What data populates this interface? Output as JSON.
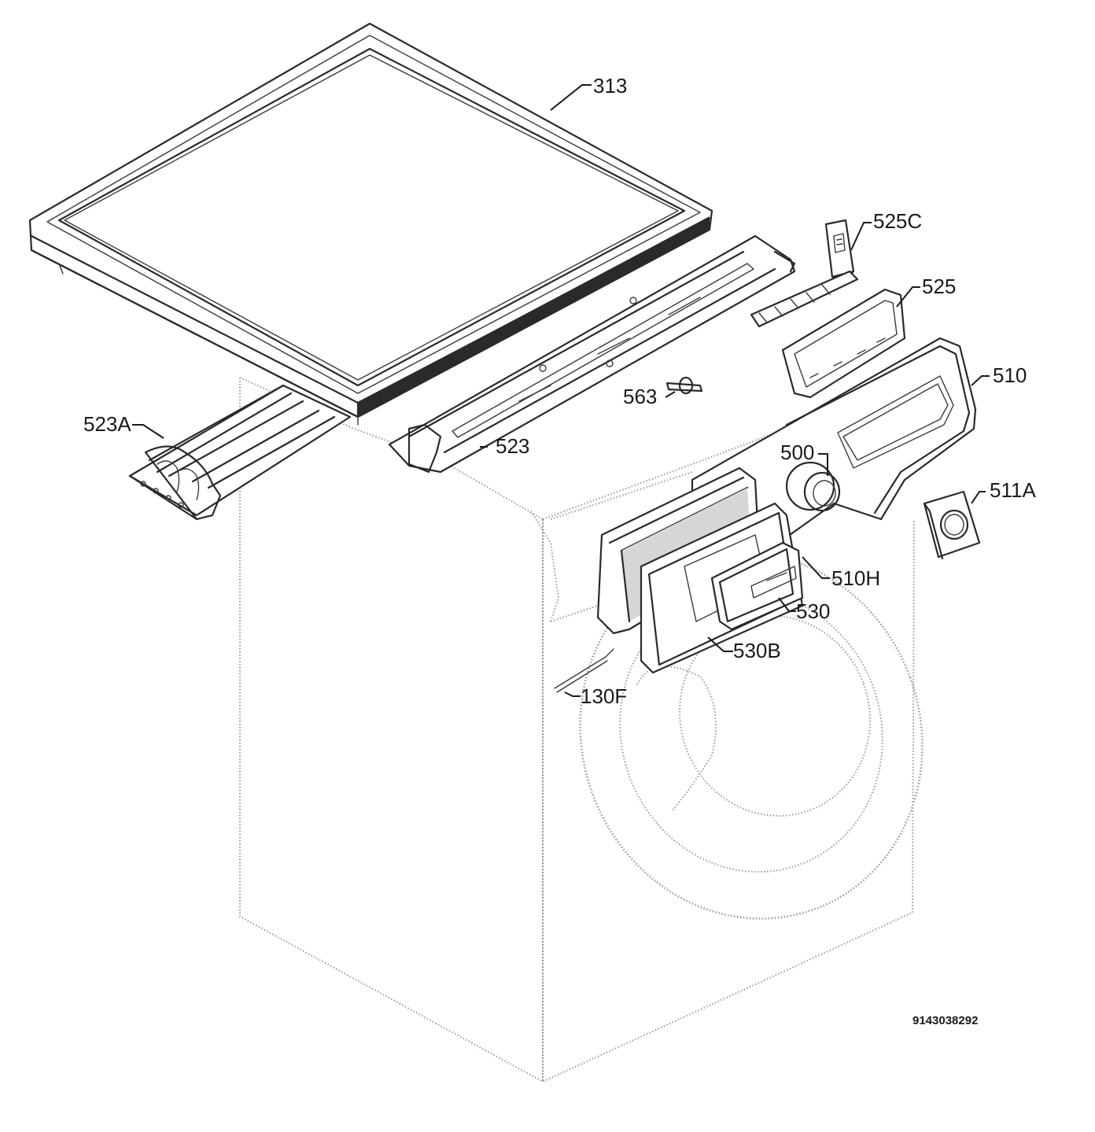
{
  "labels": {
    "p313": "313",
    "p525c": "525C",
    "p525": "525",
    "p510": "510",
    "p563": "563",
    "p523a": "523A",
    "p523": "523",
    "p500": "500",
    "p511a": "511A",
    "p510h": "510H",
    "p530": "530",
    "p530b": "530B",
    "p130f": "130F"
  },
  "document_number": "9143038292",
  "colors": {
    "ink": "#2a2a2a",
    "ghost_outline": "#9a9a9a",
    "background": "#ffffff"
  }
}
